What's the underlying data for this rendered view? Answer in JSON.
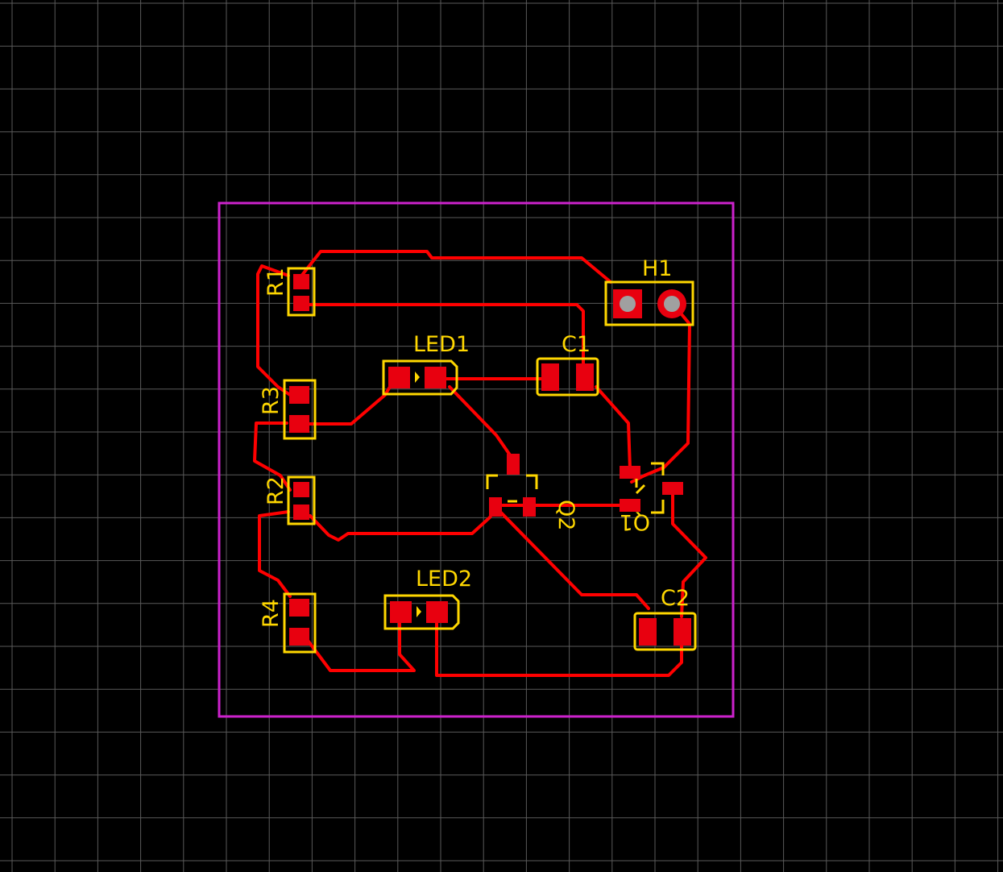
{
  "board": {
    "background_color": "#000000",
    "grid_color": "#5a5a5a",
    "outline_color": "#cc22cc",
    "track_color": "#ff0000",
    "pad_color": "#e8000f",
    "silkscreen_color": "#ffd700",
    "via_color": "#a0a0a0"
  },
  "components": {
    "r1": "R1",
    "r2": "R2",
    "r3": "R3",
    "r4": "R4",
    "led1": "LED1",
    "led2": "LED2",
    "c1": "C1",
    "c2": "C2",
    "q1": "Q1",
    "q2": "Q2",
    "h1": "H1"
  }
}
